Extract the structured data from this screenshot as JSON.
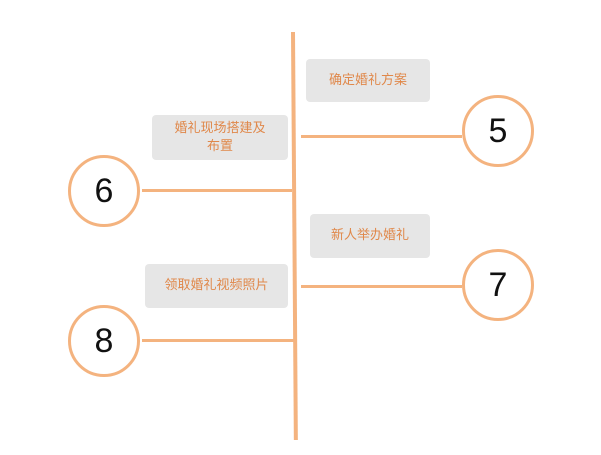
{
  "colors": {
    "accent_line": "#f4b37f",
    "label_bg": "#e6e6e6",
    "label_text": "#e0884a",
    "number_text": "#111111"
  },
  "steps": [
    {
      "number": "5",
      "label": "确定婚礼方案"
    },
    {
      "number": "6",
      "label": "婚礼现场搭建及布置"
    },
    {
      "number": "7",
      "label": "新人举办婚礼"
    },
    {
      "number": "8",
      "label": "领取婚礼视频照片"
    }
  ],
  "step6_label_lines": [
    "婚礼现场搭建及",
    "布置"
  ]
}
